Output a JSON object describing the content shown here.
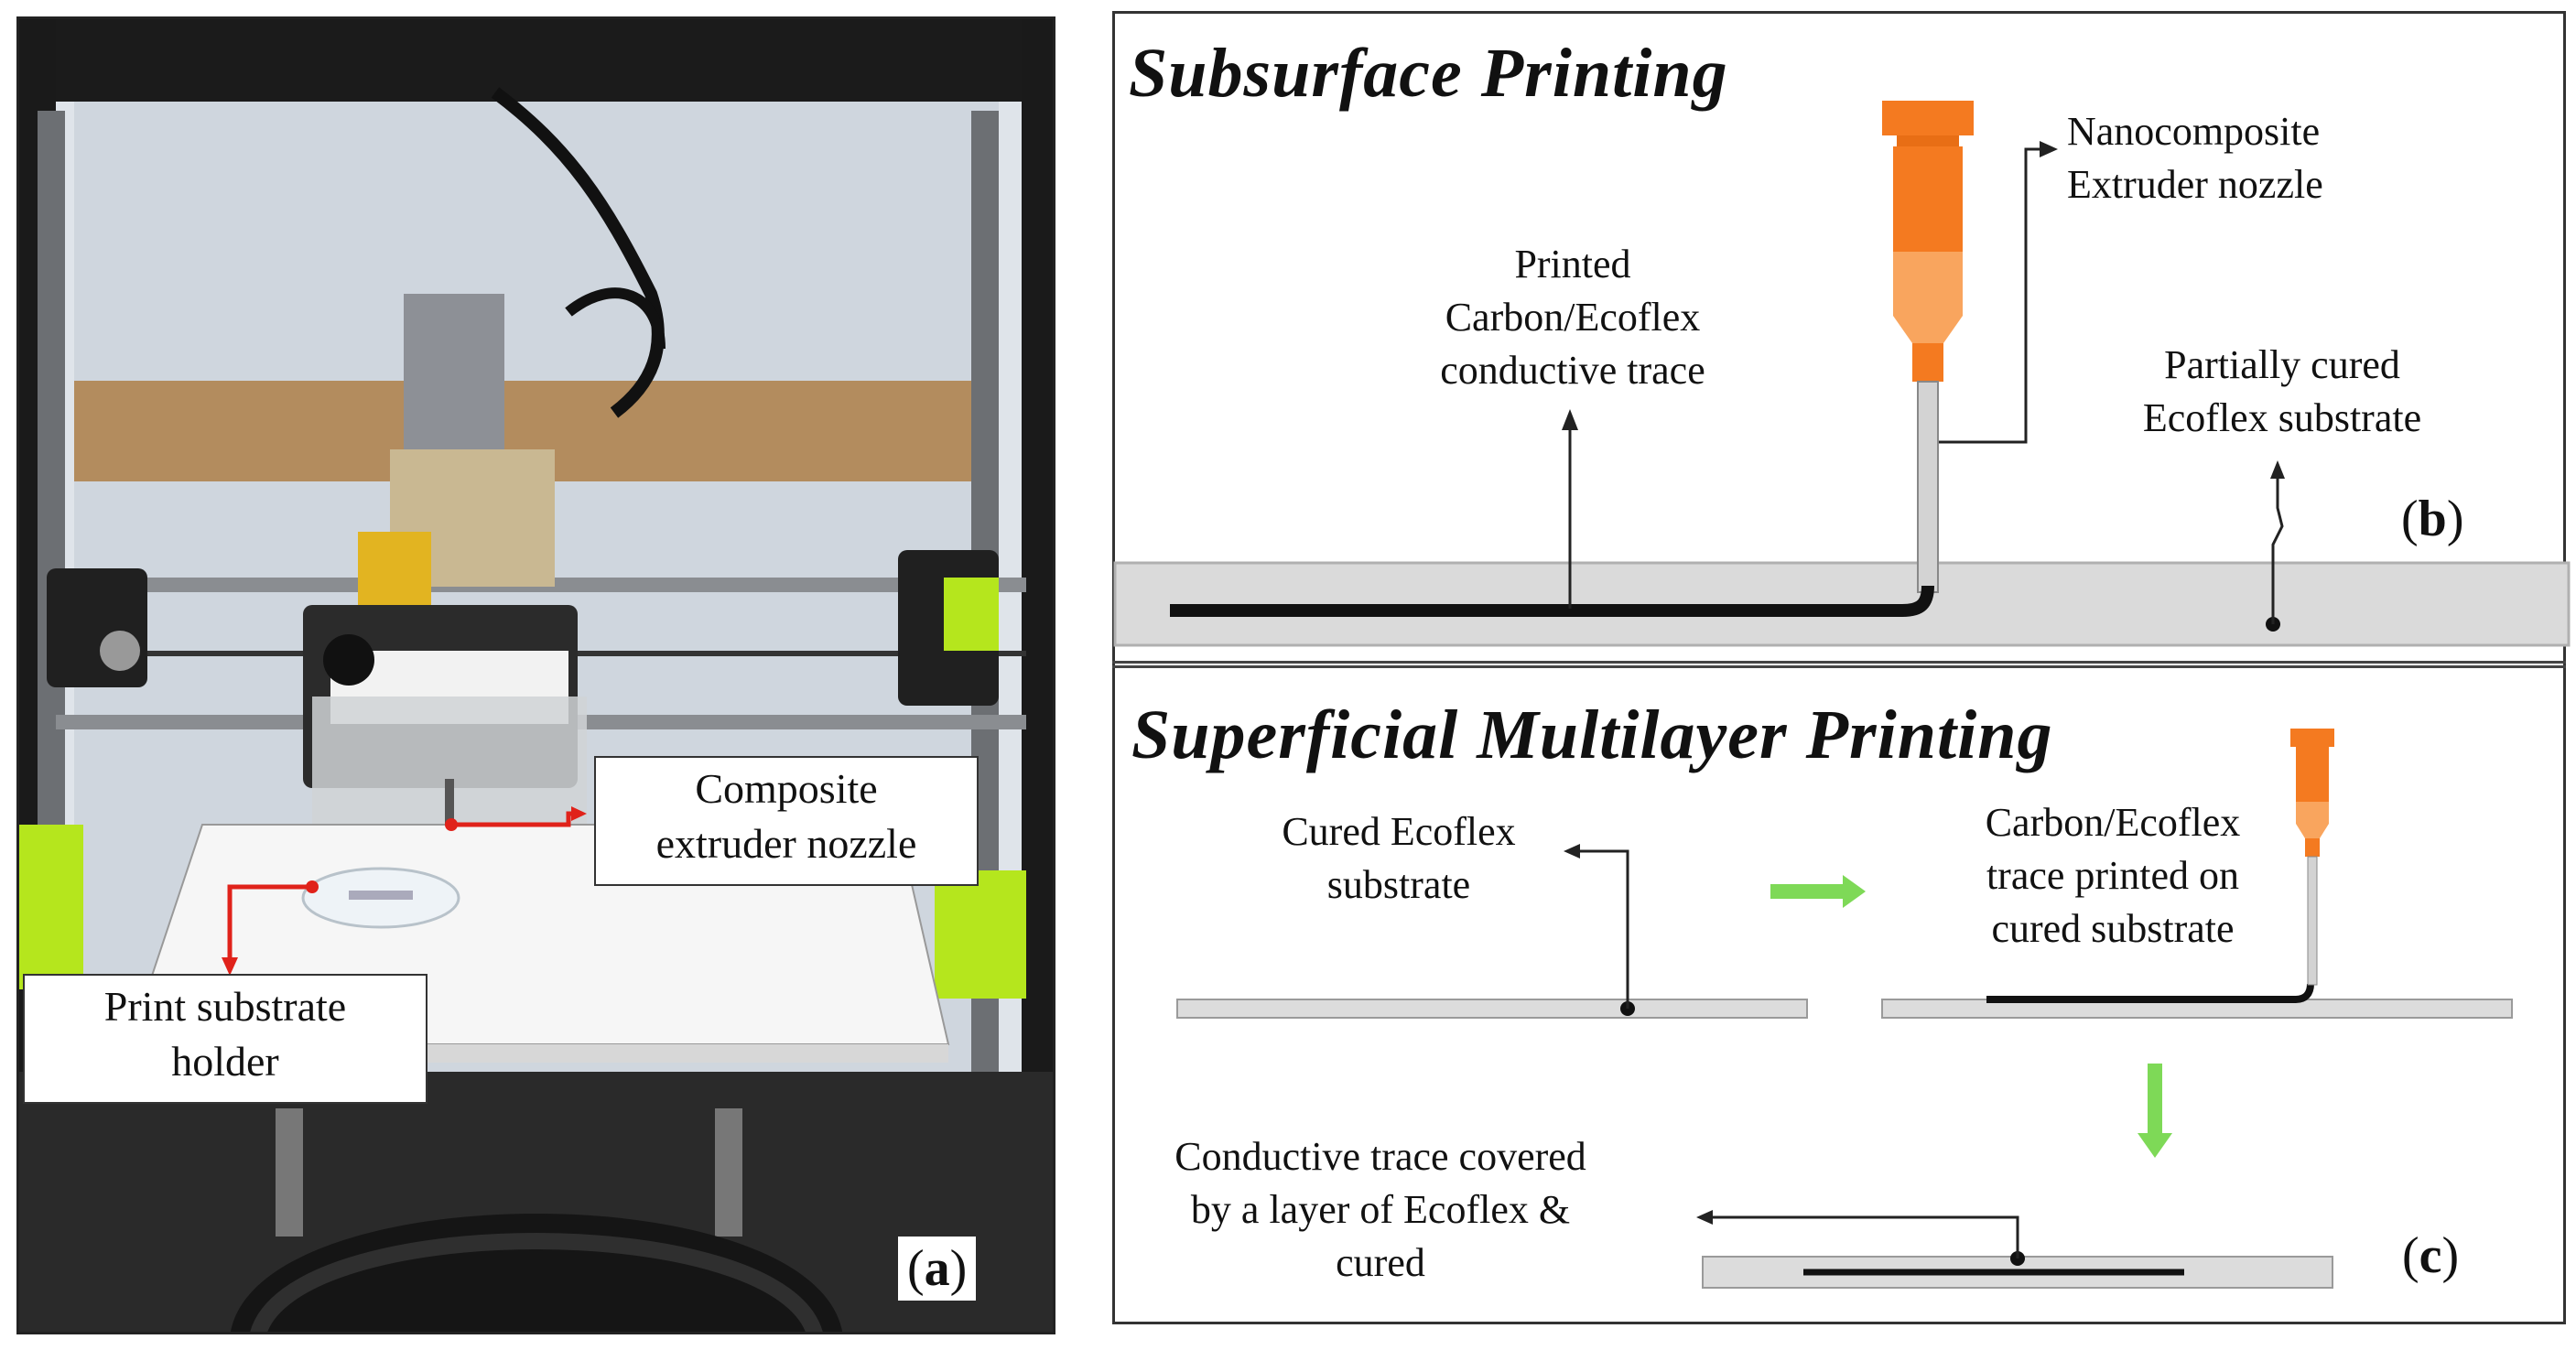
{
  "panel_a": {
    "callout_nozzle": [
      "Composite",
      "extruder nozzle"
    ],
    "callout_holder": [
      "Print substrate",
      "holder"
    ],
    "label": "a"
  },
  "panel_b": {
    "title": "Subsurface Printing",
    "nozzle_label": [
      "Nanocomposite",
      "Extruder nozzle"
    ],
    "trace_label": [
      "Printed",
      "Carbon/Ecoflex",
      "conductive trace"
    ],
    "substrate_label": [
      "Partially cured",
      "Ecoflex substrate"
    ],
    "label": "b"
  },
  "panel_c": {
    "title": "Superficial Multilayer Printing",
    "cured_label": [
      "Cured Ecoflex",
      "substrate"
    ],
    "printed_label": [
      "Carbon/Ecoflex",
      "trace printed on",
      "cured substrate"
    ],
    "covered_label": [
      "Conductive trace covered",
      "by a layer of Ecoflex &",
      "cured"
    ],
    "label": "c"
  },
  "colors": {
    "nozzle_orange": "#f47a20",
    "arrow_green": "#7ed957",
    "callout_red": "#e0221a",
    "printer_green": "#b5e61d"
  }
}
